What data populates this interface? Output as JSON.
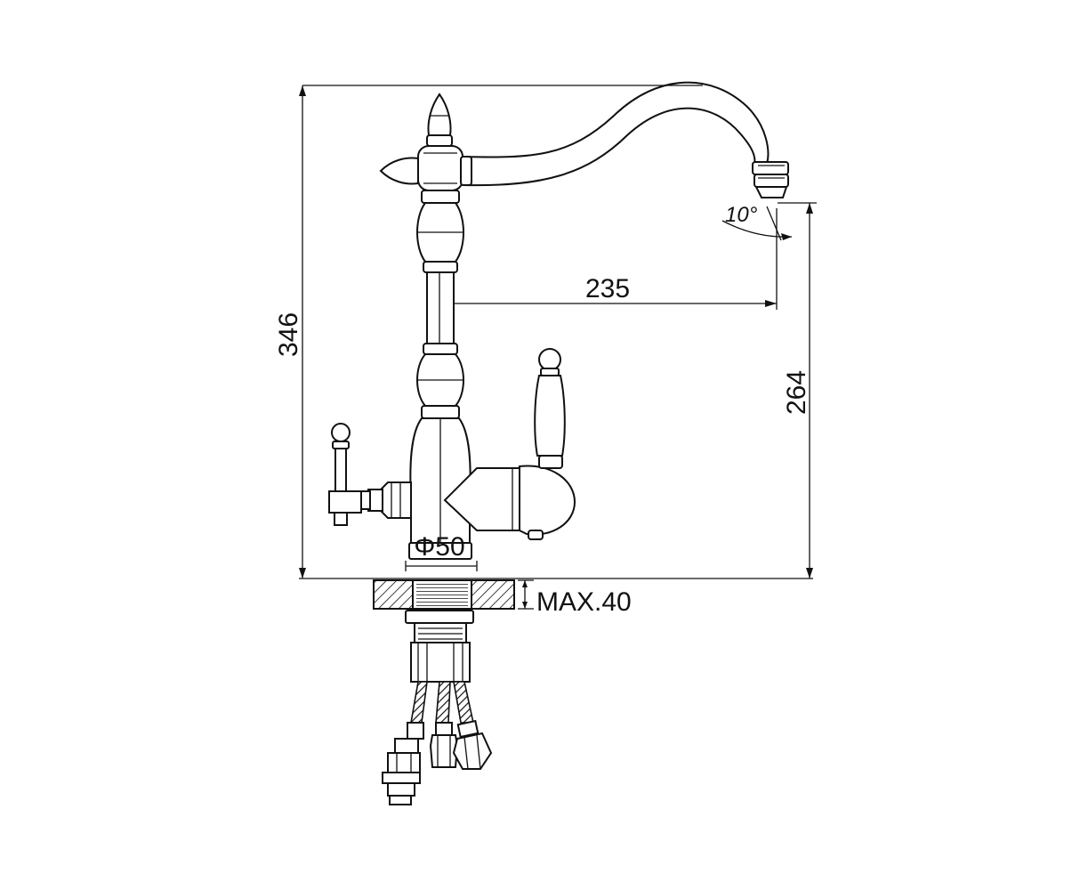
{
  "dimensions": {
    "height_total": "346",
    "spout_height": "264",
    "spout_reach": "235",
    "angle": "10°",
    "base_diameter": "Φ50",
    "counter_max": "MAX.40"
  },
  "colors": {
    "line": "#111111",
    "background": "#ffffff"
  }
}
